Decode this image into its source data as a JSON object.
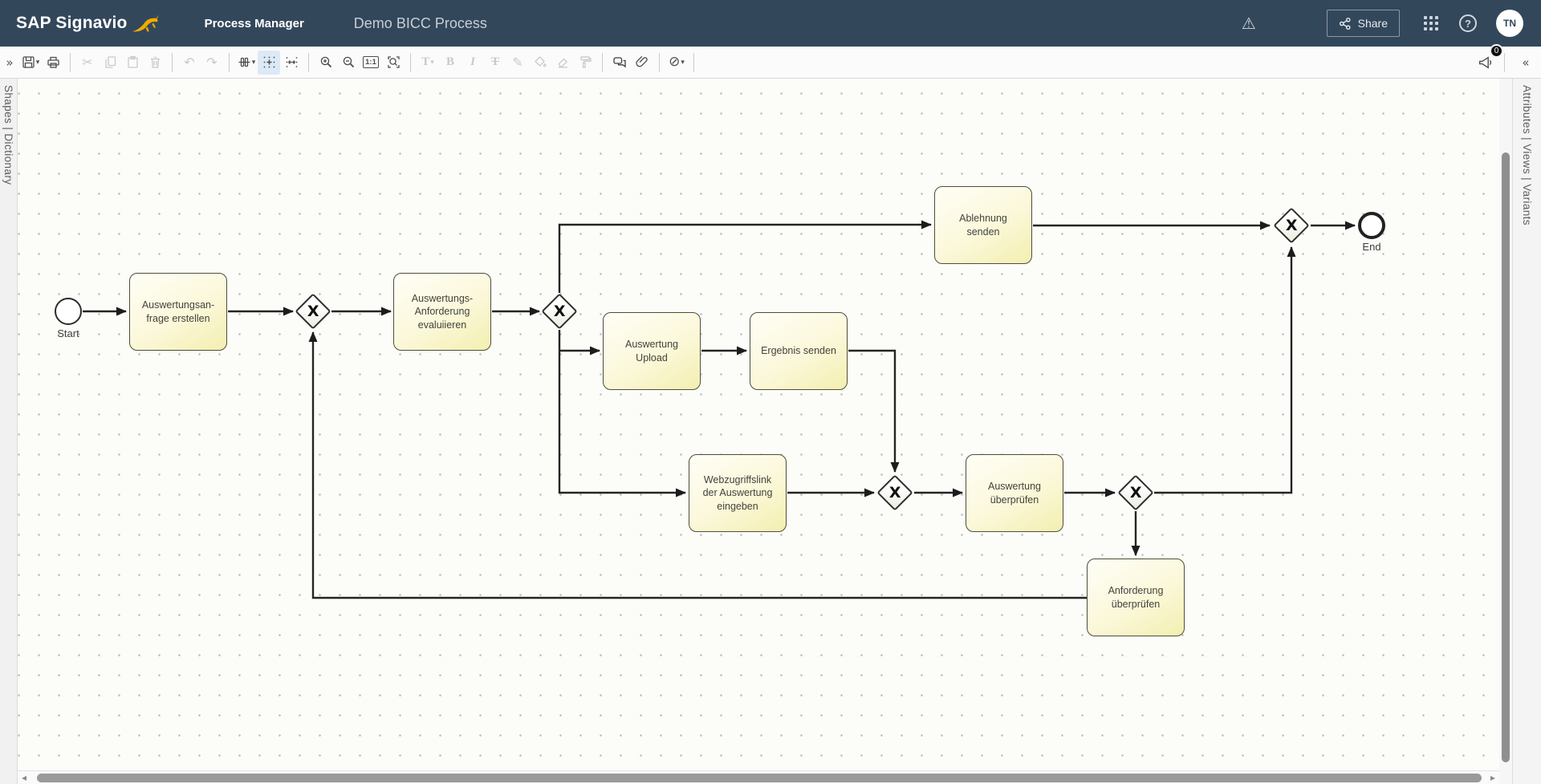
{
  "header": {
    "brand": "SAP Signavio",
    "app_name": "Process Manager",
    "document_title": "Demo BICC Process",
    "share_label": "Share",
    "avatar_initials": "TN",
    "icons": [
      "springbok-logo",
      "warning-icon",
      "share-icon",
      "app-grid-icon",
      "help-icon"
    ]
  },
  "glyphs": {
    "expand_left": "»",
    "collapse_right": "«",
    "caret_down": "▾",
    "cut": "✂",
    "undo": "↶",
    "redo": "↷",
    "pen": "✎",
    "overlay": "⊘",
    "warning": "⚠",
    "help": "?",
    "scroll_left": "◂",
    "scroll_right": "▸"
  },
  "toolbar": {
    "one_to_one_label": "1:1",
    "font_label": "T",
    "bold_label": "B",
    "italic_label": "I",
    "strike_label": "T",
    "notification_count": "0",
    "icons": [
      "save-icon",
      "print-icon",
      "cut-icon",
      "copy-icon",
      "paste-icon",
      "trash-icon",
      "undo-icon",
      "redo-icon",
      "align-icon",
      "snap-grid-icon",
      "spacing-icon",
      "zoom-in-icon",
      "zoom-out-icon",
      "zoom-actual-icon",
      "zoom-fit-icon",
      "font-icon",
      "bold-icon",
      "italic-icon",
      "strikethrough-icon",
      "line-color-icon",
      "fill-color-icon",
      "eraser-icon",
      "format-painter-icon",
      "comments-icon",
      "attachment-icon",
      "overlay-icon",
      "megaphone-icon"
    ]
  },
  "left_panel": {
    "tabs_label": "Shapes | Dictionary"
  },
  "right_panel": {
    "tabs_label": "Attributes | Views | Variants"
  },
  "diagram": {
    "start_label": "Start",
    "end_label": "End",
    "gateway_marker": "X",
    "tasks": [
      {
        "label": "Auswertungsan-\nfrage erstellen"
      },
      {
        "label": "Auswertungs-\nAnforderung\nevaluiieren"
      },
      {
        "label": "Ablehnung\nsenden"
      },
      {
        "label": "Auswertung\nUpload"
      },
      {
        "label": "Ergebnis senden"
      },
      {
        "label": "Webzugriffslink\nder Auswertung\neingeben"
      },
      {
        "label": "Auswertung\nüberprüfen"
      },
      {
        "label": "Anforderung\nüberprüfen"
      }
    ],
    "gateways": [
      "XOR-1",
      "XOR-2",
      "XOR-3",
      "XOR-4",
      "XOR-5"
    ],
    "flows": [
      {
        "from": "Start",
        "to": "Auswertungsanfrage erstellen"
      },
      {
        "from": "Auswertungsanfrage erstellen",
        "to": "XOR-1"
      },
      {
        "from": "XOR-1",
        "to": "Auswertungs-Anforderung evaluiieren"
      },
      {
        "from": "Auswertungs-Anforderung evaluiieren",
        "to": "XOR-2"
      },
      {
        "from": "XOR-2",
        "to": "Ablehnung senden"
      },
      {
        "from": "XOR-2",
        "to": "Auswertung Upload"
      },
      {
        "from": "XOR-2",
        "to": "Webzugriffslink der Auswertung eingeben"
      },
      {
        "from": "Ablehnung senden",
        "to": "XOR-5"
      },
      {
        "from": "Auswertung Upload",
        "to": "Ergebnis senden"
      },
      {
        "from": "Ergebnis senden",
        "to": "XOR-3"
      },
      {
        "from": "Webzugriffslink der Auswertung eingeben",
        "to": "XOR-3"
      },
      {
        "from": "XOR-3",
        "to": "Auswertung überprüfen"
      },
      {
        "from": "Auswertung überprüfen",
        "to": "XOR-4"
      },
      {
        "from": "XOR-4",
        "to": "XOR-5"
      },
      {
        "from": "XOR-4",
        "to": "Anforderung überprüfen"
      },
      {
        "from": "Anforderung überprüfen",
        "to": "XOR-1"
      },
      {
        "from": "XOR-5",
        "to": "End"
      }
    ]
  },
  "colors": {
    "header_bg": "#33475B",
    "brand_accent": "#F0AB00",
    "task_fill": "#F5F1B5",
    "task_border": "#4E4E3A",
    "flow_stroke": "#242424",
    "active_tool_bg": "#DCE9F6"
  }
}
